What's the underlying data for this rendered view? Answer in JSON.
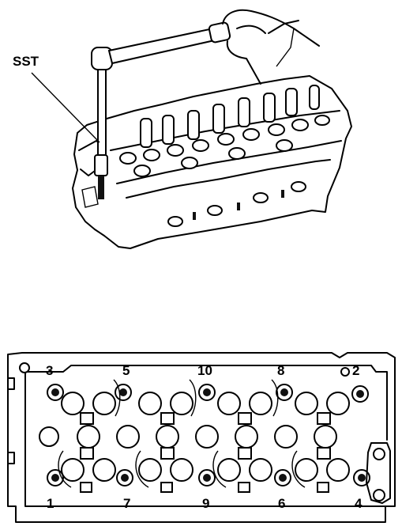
{
  "illustration": {
    "tool_label": "SST"
  },
  "sequence_diagram": {
    "bolt_numbers": [
      "1",
      "2",
      "3",
      "4",
      "5",
      "6",
      "7",
      "8",
      "9",
      "10"
    ]
  }
}
